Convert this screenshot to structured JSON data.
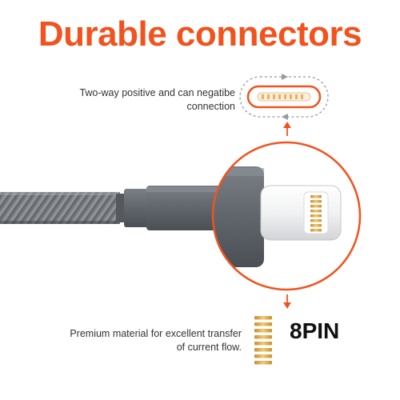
{
  "title": "Durable connectors",
  "top_caption": {
    "line1": "Two-way positive and can negatibe",
    "line2": "connection"
  },
  "bottom_caption": {
    "line1": "Premium material for excellent transfer",
    "line2": "of current flow."
  },
  "pin_label": "8PIN",
  "colors": {
    "accent": "#f1531f",
    "gold": "#e3b25c",
    "cable": "#6e7277",
    "connector_housing": "#62686e"
  },
  "icons": [
    "reversible-connector-icon",
    "arrow-up-icon",
    "arrow-down-icon",
    "gold-pins-icon"
  ]
}
